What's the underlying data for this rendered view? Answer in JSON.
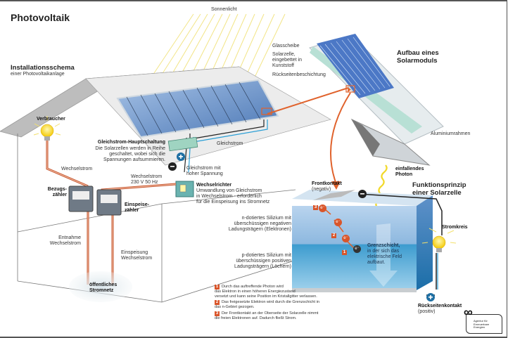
{
  "title": "Photovoltaik",
  "sunlight_label": "Sonnenlicht",
  "installation": {
    "heading": "Installationsschema",
    "subheading": "einer Photovoltaikanlage",
    "consumer_label": "Verbraucher",
    "ac_label_left": "Wechselstrom",
    "main_circuit": {
      "title": "Gleichstrom-Hauptschaltung",
      "lines": [
        "Die Solarzellen werden in Reihe",
        "geschaltet, wobei sich die",
        "Spannungen aufsummieren."
      ]
    },
    "dc_label": "Gleichstrom",
    "dc_high_voltage": [
      "Gleichstrom mit",
      "hoher Spannung"
    ],
    "ac_230": [
      "Wechselstrom",
      "230 V 50 Hz"
    ],
    "inverter": {
      "title": "Wechselrichter",
      "lines": [
        "Umwandlung von Gleichstrom",
        "in Wechselstrom - erforderlich",
        "für die Einspeisung ins Stromnetz"
      ]
    },
    "meter_consumption": [
      "Bezugs-",
      "zähler"
    ],
    "meter_feed": [
      "Einspeise-",
      "zähler"
    ],
    "withdrawal": [
      "Entnahme",
      "Wechselstrom"
    ],
    "feed_in": [
      "Einspeisung",
      "Wechselstrom"
    ],
    "grid": [
      "öffentliches",
      "Stromnetz"
    ]
  },
  "module": {
    "heading": [
      "Aufbau eines",
      "Solarmoduls"
    ],
    "glass": "Glasscheibe",
    "cell": [
      "Solarzelle,",
      "eingebettet in",
      "Kunststoff"
    ],
    "back_coating": "Rückseitenbeschichtung",
    "frame": "Aluminiumrahmen"
  },
  "cell": {
    "heading": [
      "Funktionsprinzip",
      "einer Solarzelle"
    ],
    "photon": [
      "einfallendes",
      "Photon"
    ],
    "front_contact": [
      "Frontkontakt",
      "(negativ)"
    ],
    "n_doped": [
      "n-dotiertes Silizium mit",
      "überschüssigen negativen",
      "Ladungsträgern (Elektronen)"
    ],
    "p_doped": [
      "p-dotiertes Silizium mit",
      "überschüssigen positiven",
      "Ladungsträgern (Löchern)"
    ],
    "junction": {
      "title": "Grenzschicht,",
      "lines": [
        "in der sich das",
        "elektrische Feld",
        "aufbaut."
      ]
    },
    "circuit": "Stromkreis",
    "back_contact": [
      "Rückseitenkontakt",
      "(positiv)"
    ],
    "electron_symbol": "e⁻",
    "minus": "−",
    "plus": "+"
  },
  "legend": [
    {
      "n": "1",
      "lines": [
        "Durch das auftreffende Photon wird",
        "das Elektron in einen höheren Energiezustand",
        "versetzt und kann seine Position im Kristallgitter verlassen."
      ]
    },
    {
      "n": "2",
      "lines": [
        "Das freigesetzte Elektron wird durch die Grenzschicht in",
        "das n-Gebiet gezogen."
      ]
    },
    {
      "n": "3",
      "lines": [
        "Der Frontkontakt an der Oberseite der Solarzelle nimmt",
        "die freien Elektronen auf. Dadurch fließt Strom."
      ]
    }
  ],
  "logo": {
    "symbol": "∞",
    "lines": [
      "Agentur für",
      "Erneuerbare",
      "Energien"
    ]
  },
  "colors": {
    "accent": "#e0622c",
    "panel": "#6f93c8",
    "cell_top": "#a9c9e6",
    "cell_bottom": "#2e8fc4",
    "wire_dc": "#2a9fd6"
  }
}
